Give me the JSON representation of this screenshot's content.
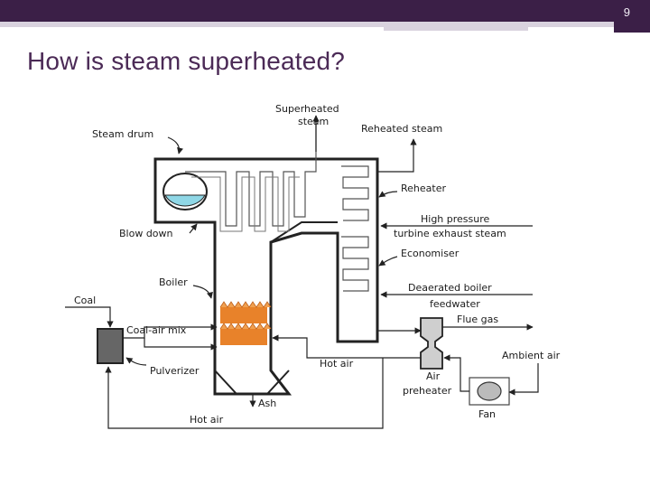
{
  "slide": {
    "number": "9",
    "title": "How is steam superheated?"
  },
  "colors": {
    "header_dark": "#3b1f47",
    "header_light": "#d9d2de",
    "title": "#4b2a56",
    "water": "#8fd7e6",
    "flame": "#e8822a"
  },
  "diagram": {
    "labels": {
      "steam_drum": "Steam drum",
      "superheated_1": "Superheated",
      "superheated_2": "steam",
      "reheated_steam": "Reheated steam",
      "reheater": "Reheater",
      "hp_1": "High pressure",
      "hp_2": "turbine exhaust steam",
      "economiser": "Economiser",
      "blowdown": "Blow down",
      "boiler": "Boiler",
      "deaerated_1": "Deaerated boiler",
      "deaerated_2": "feedwater",
      "coal": "Coal",
      "coal_air_mix": "Coal-air mix",
      "flue_gas": "Flue gas",
      "ambient_air": "Ambient air",
      "pulverizer": "Pulverizer",
      "hot_air_right": "Hot air",
      "air_preheater_1": "Air",
      "air_preheater_2": "preheater",
      "ash": "Ash",
      "fan": "Fan",
      "hot_air_bottom": "Hot air"
    }
  }
}
